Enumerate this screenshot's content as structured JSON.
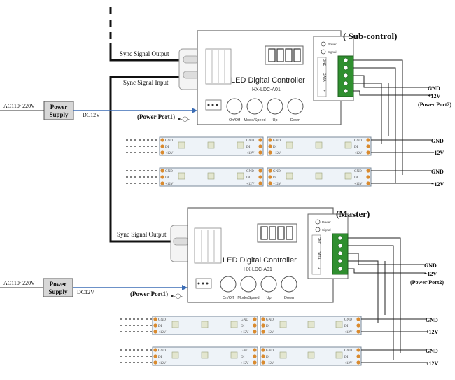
{
  "colors": {
    "wire": "#111111",
    "power_link": "#3b6db5",
    "strip_fill": "#eef3f8",
    "strip_edge": "#7a8a9a",
    "led": "#e3e6cf",
    "pad": "#d98a2e",
    "terminal": "#2f8f2f",
    "box_fill": "#ffffff",
    "supply_fill": "#d7d7d7"
  },
  "sub": {
    "label": "( Sub-control)",
    "sync_out_label": "Sync Signal Output",
    "sync_in_label": "Sync Signal Input",
    "controller": {
      "title": "LED Digital Controller",
      "model": "HX-LDC-A01",
      "buttons": [
        "On/Off",
        "Mode/Speed",
        "Up",
        "Down"
      ],
      "indicators": [
        "Power",
        "Signal"
      ],
      "terminal_pins": [
        "GND",
        "GND",
        "DATA",
        "CLK",
        "+"
      ]
    },
    "supply": {
      "input": "AC110~220V",
      "name_line1": "Power",
      "name_line2": "Supply",
      "output": "DC12V"
    },
    "power_port1": "(Power Port1)",
    "power_port2": "(Power Port2)",
    "out_gnd": "GND",
    "out_12v": "+12V",
    "strip_rows": [
      {
        "gnd": "GND",
        "v12": "+12V"
      },
      {
        "gnd": "GND",
        "v12": "+12V"
      }
    ]
  },
  "master": {
    "label": "(Master)",
    "sync_out_label": "Sync Signal Output",
    "controller": {
      "title": "LED Digital Controller",
      "model": "HX-LDC-A01",
      "buttons": [
        "On/Off",
        "Mode/Speed",
        "Up",
        "Down"
      ],
      "indicators": [
        "Power",
        "Signal"
      ],
      "terminal_pins": [
        "GND",
        "GND",
        "DATA",
        "CLK",
        "+"
      ]
    },
    "supply": {
      "input": "AC110~220V",
      "name_line1": "Power",
      "name_line2": "Supply",
      "output": "DC12V"
    },
    "power_port1": "(Power Port1)",
    "power_port2": "(Power Port2)",
    "out_gnd": "GND",
    "out_12v": "+12V",
    "strip_rows": [
      {
        "gnd": "GND",
        "v12": "+12V"
      },
      {
        "gnd": "GND",
        "v12": "+12V"
      }
    ]
  },
  "strip_pad_labels": [
    "GND",
    "DI",
    "+12V"
  ]
}
